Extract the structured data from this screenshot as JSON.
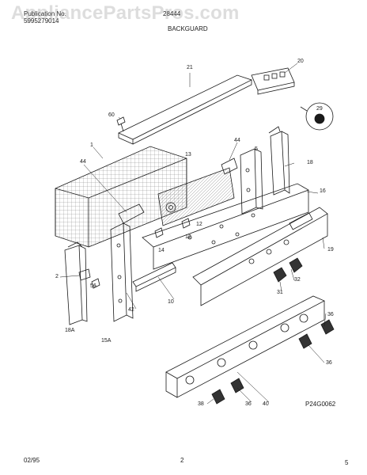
{
  "header": {
    "publication_label": "Publication No.",
    "publication_number": "5995279014",
    "model": "28444",
    "section_title": "BACKGUARD"
  },
  "watermark": "AppliancePartsPros.com",
  "footer": {
    "date": "02/95",
    "page": "2",
    "corner_mark": "5"
  },
  "diagram_code": "P24G0062",
  "callouts": [
    "21",
    "20",
    "60",
    "29",
    "1",
    "44",
    "13",
    "44",
    "5",
    "18",
    "16",
    "12",
    "12",
    "14",
    "19",
    "2",
    "56",
    "32",
    "31",
    "10",
    "42",
    "18A",
    "15A",
    "36",
    "36",
    "38",
    "36",
    "40"
  ]
}
